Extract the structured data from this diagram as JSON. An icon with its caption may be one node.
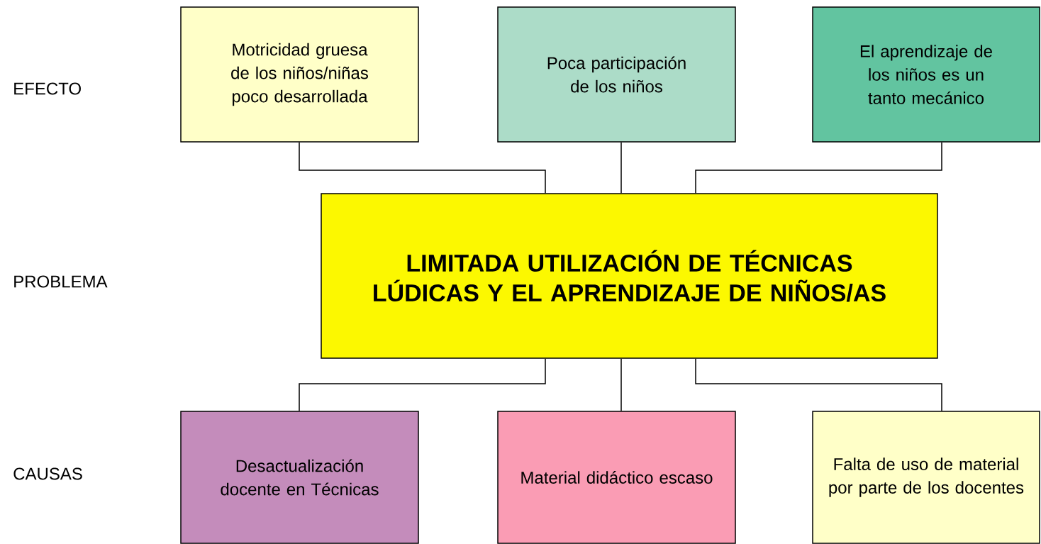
{
  "diagram": {
    "nodes": [
      {
        "text": [
          "Motricidad gruesa de los niños/niñas poco desarrollada"
        ]
      },
      {
        "text": [
          "Poca participación de los niños"
        ]
      },
      {
        "text": [
          "El aprendizaje de los niños es un tanto mecánico"
        ]
      },
      {
        "text": [
          "LIMITADA UTILIZACIÓN DE TÉCNICAS LÚDICAS Y EL APRENDIZAJE DE NIÑOS/AS"
        ]
      },
      {
        "text": [
          "Desactualización docente en Técnicas"
        ]
      },
      {
        "text": [
          "Material didáctico escaso"
        ]
      },
      {
        "text": [
          "Falta de uso de material por parte de los docentes"
        ]
      }
    ],
    "edges": [
      {
        "from": 0,
        "to": 3,
        "arrow": "none"
      },
      {
        "from": 1,
        "to": 3,
        "arrow": "none"
      },
      {
        "from": 2,
        "to": 3,
        "arrow": "none"
      },
      {
        "from": 4,
        "to": 3,
        "arrow": "none"
      },
      {
        "from": 5,
        "to": 3,
        "arrow": "none"
      },
      {
        "from": 6,
        "to": 3,
        "arrow": "none"
      }
    ],
    "labels": [
      "EFECTO",
      "PROBLEMA",
      "CAUSAS"
    ]
  }
}
